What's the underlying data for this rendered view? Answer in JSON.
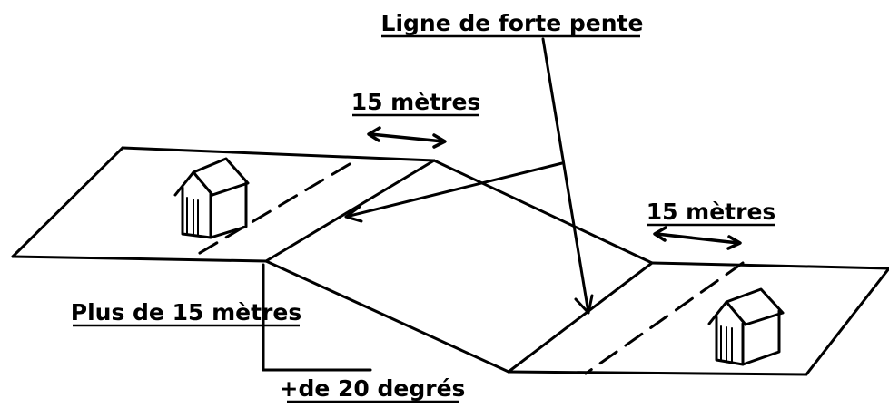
{
  "labels": {
    "top_label": "Ligne de forte pente",
    "width_label_left": "15 mètres",
    "width_label_right": "15 mètres",
    "height_label": "Plus de 15 mètres",
    "angle_label": "+de 20 degrés"
  }
}
